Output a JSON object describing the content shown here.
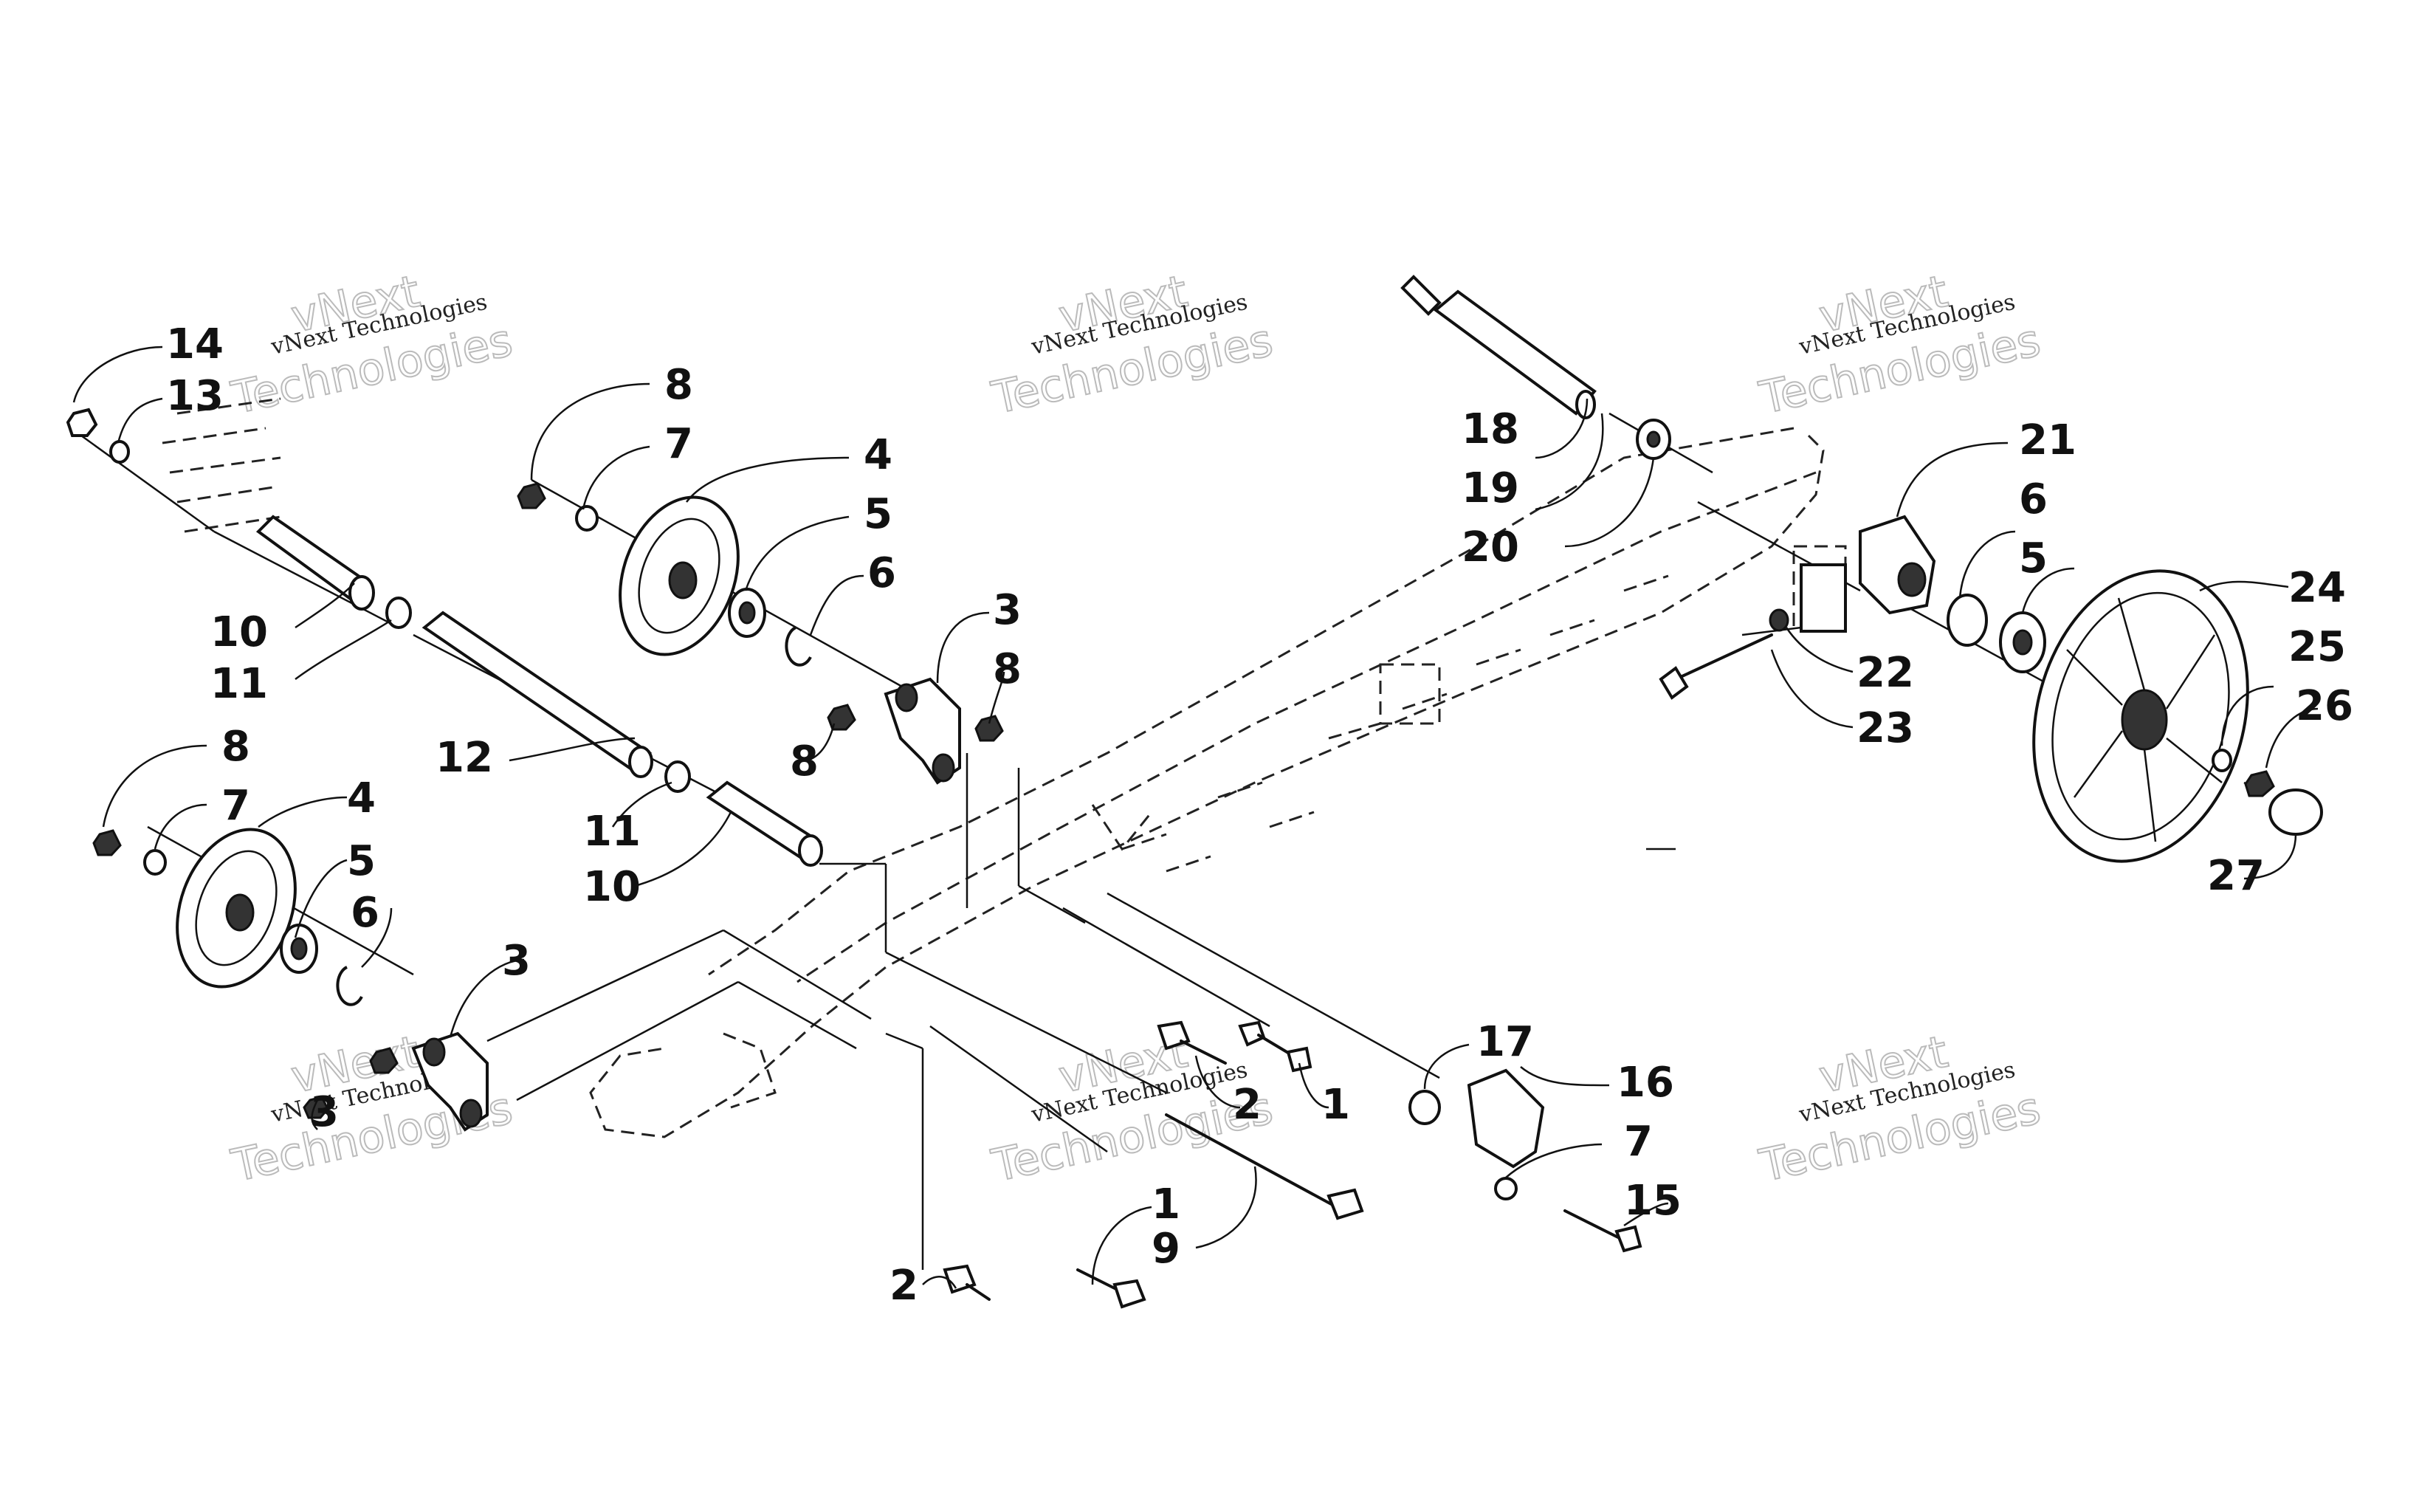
{
  "watermark": {
    "line1": "vNext Technologies",
    "line2": "vNext",
    "line3": "Technologies"
  },
  "callouts": [
    {
      "id": "c14a",
      "label": "14"
    },
    {
      "id": "c13a",
      "label": "13"
    },
    {
      "id": "c8a",
      "label": "8"
    },
    {
      "id": "c7a",
      "label": "7"
    },
    {
      "id": "c4a",
      "label": "4"
    },
    {
      "id": "c5a",
      "label": "5"
    },
    {
      "id": "c6a",
      "label": "6"
    },
    {
      "id": "c10a",
      "label": "10"
    },
    {
      "id": "c11a",
      "label": "11"
    },
    {
      "id": "c12",
      "label": "12"
    },
    {
      "id": "c3a",
      "label": "3"
    },
    {
      "id": "c8b",
      "label": "8"
    },
    {
      "id": "c8c",
      "label": "8"
    },
    {
      "id": "c11b",
      "label": "11"
    },
    {
      "id": "c10b",
      "label": "10"
    },
    {
      "id": "c8d",
      "label": "8"
    },
    {
      "id": "c7b",
      "label": "7"
    },
    {
      "id": "c4b",
      "label": "4"
    },
    {
      "id": "c5b",
      "label": "5"
    },
    {
      "id": "c6b",
      "label": "6"
    },
    {
      "id": "c3b",
      "label": "3"
    },
    {
      "id": "c3c",
      "label": "3"
    },
    {
      "id": "c18",
      "label": "18"
    },
    {
      "id": "c19",
      "label": "19"
    },
    {
      "id": "c20",
      "label": "20"
    },
    {
      "id": "c21",
      "label": "21"
    },
    {
      "id": "c6c",
      "label": "6"
    },
    {
      "id": "c5c",
      "label": "5"
    },
    {
      "id": "c22",
      "label": "22"
    },
    {
      "id": "c23",
      "label": "23"
    },
    {
      "id": "c24",
      "label": "24"
    },
    {
      "id": "c25",
      "label": "25"
    },
    {
      "id": "c26",
      "label": "26"
    },
    {
      "id": "c27",
      "label": "27"
    },
    {
      "id": "c17",
      "label": "17"
    },
    {
      "id": "c16",
      "label": "16"
    },
    {
      "id": "c7c",
      "label": "7"
    },
    {
      "id": "c15",
      "label": "15"
    },
    {
      "id": "c2a",
      "label": "2"
    },
    {
      "id": "c1a",
      "label": "1"
    },
    {
      "id": "c1b",
      "label": "1"
    },
    {
      "id": "c9",
      "label": "9"
    },
    {
      "id": "c2b",
      "label": "2"
    }
  ]
}
